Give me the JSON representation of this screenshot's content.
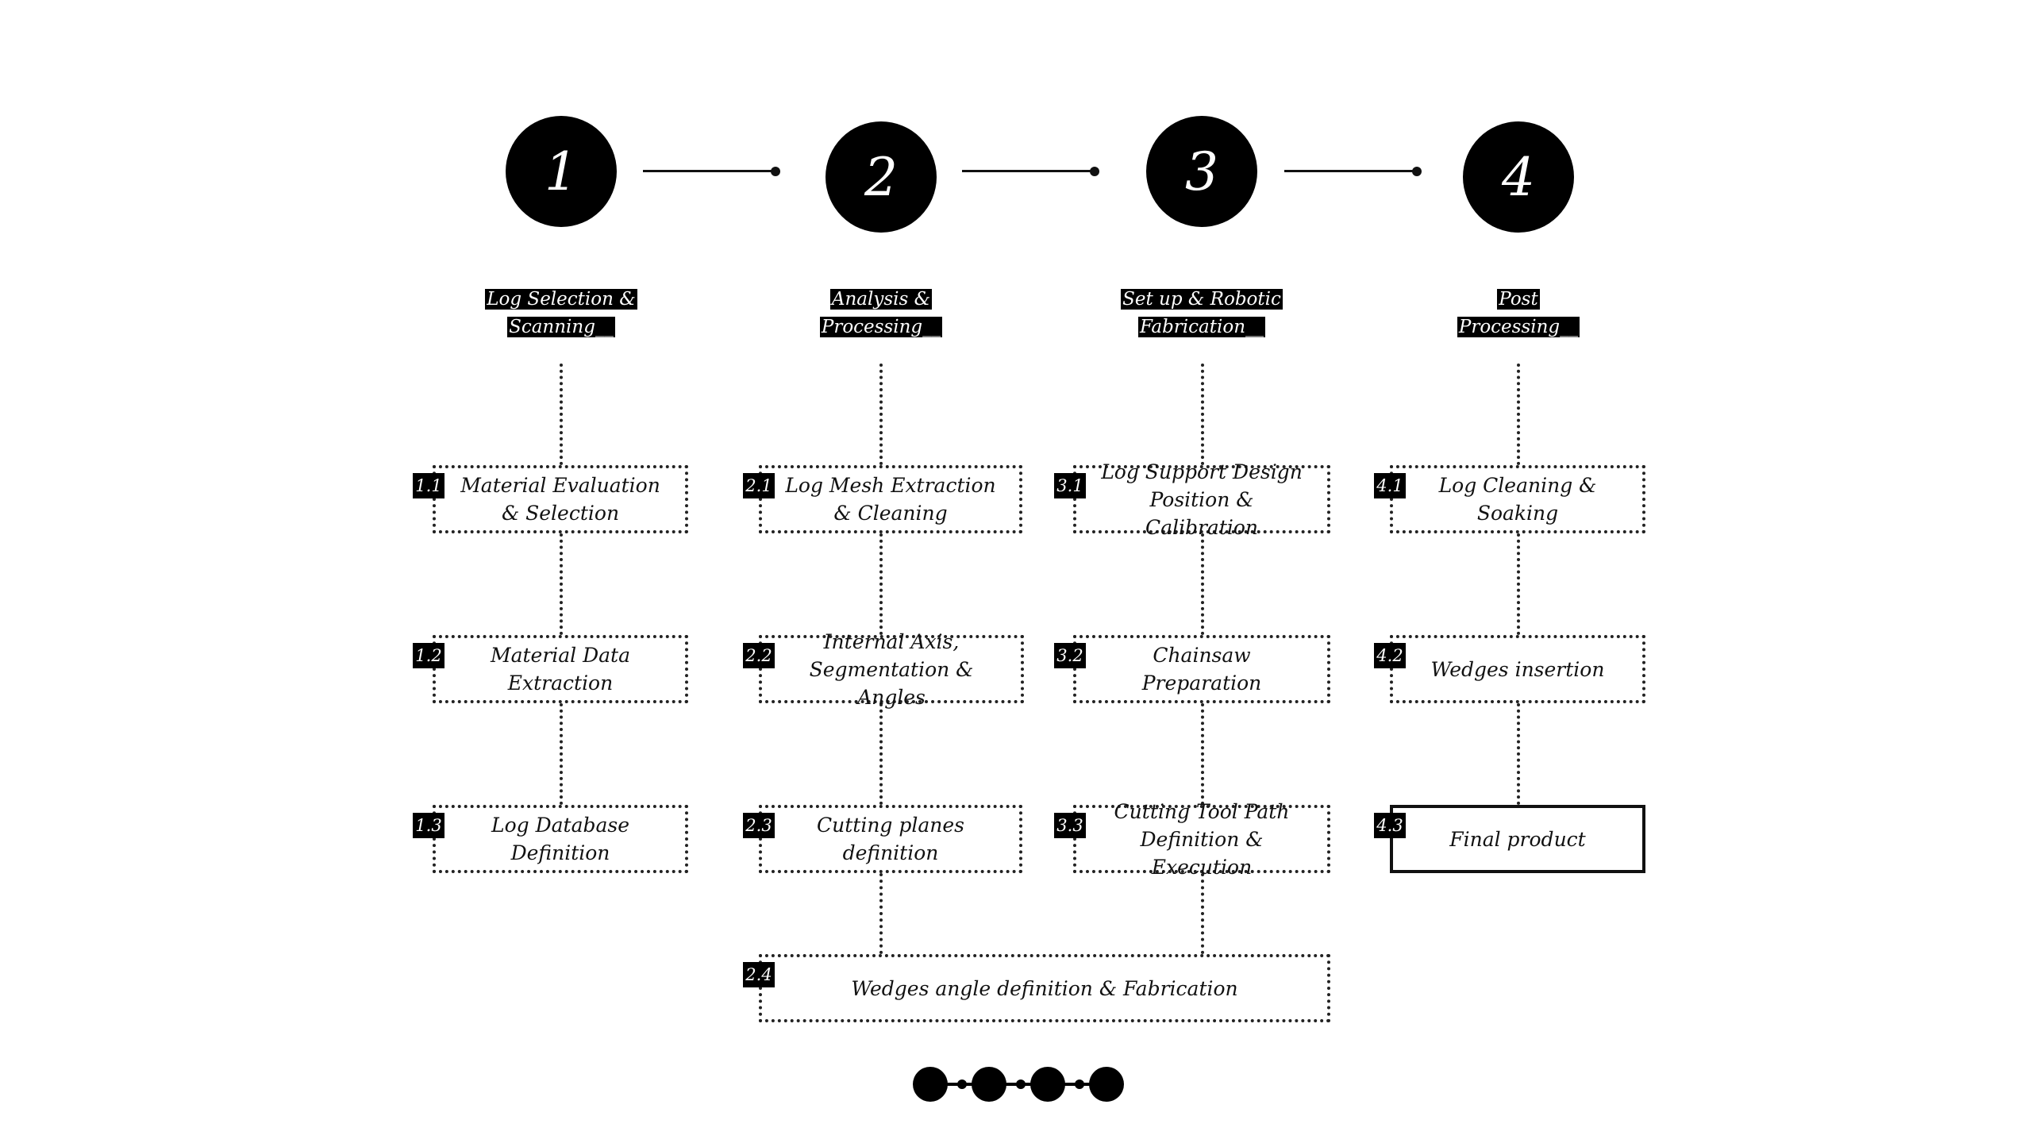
{
  "phases": [
    {
      "number": "1",
      "label_line1": "Log Selection &",
      "label_line2": "Scanning__"
    },
    {
      "number": "2",
      "label_line1": "Analysis &",
      "label_line2": "Processing__"
    },
    {
      "number": "3",
      "label_line1": "Set up  & Robotic",
      "label_line2": "Fabrication__"
    },
    {
      "number": "4",
      "label_line1": "Post",
      "label_line2": "Processing__"
    }
  ],
  "steps": {
    "s1_1": {
      "code": "1.1",
      "text": "Material Evaluation & Selection"
    },
    "s1_2": {
      "code": "1.2",
      "text": "Material Data Extraction"
    },
    "s1_3": {
      "code": "1.3",
      "text": "Log Database Definition"
    },
    "s2_1": {
      "code": "2.1",
      "text": "Log Mesh Extraction & Cleaning"
    },
    "s2_2": {
      "code": "2.2",
      "text": "Internal Axis, Segmentation & Angles"
    },
    "s2_3": {
      "code": "2.3",
      "text": "Cutting planes definition"
    },
    "s2_4": {
      "code": "2.4",
      "text": "Wedges angle definition & Fabrication"
    },
    "s3_1": {
      "code": "3.1",
      "text": "Log Support Design Position & Calibration"
    },
    "s3_2": {
      "code": "3.2",
      "text": "Chainsaw Preparation"
    },
    "s3_3": {
      "code": "3.3",
      "text": "Cutting Tool Path Definition &  Execution"
    },
    "s4_1": {
      "code": "4.1",
      "text": "Log Cleaning & Soaking"
    },
    "s4_2": {
      "code": "4.2",
      "text": "Wedges insertion"
    },
    "s4_3": {
      "code": "4.3",
      "text": "Final product"
    }
  },
  "colors": {
    "ink": "#000000",
    "background": "#ffffff"
  }
}
